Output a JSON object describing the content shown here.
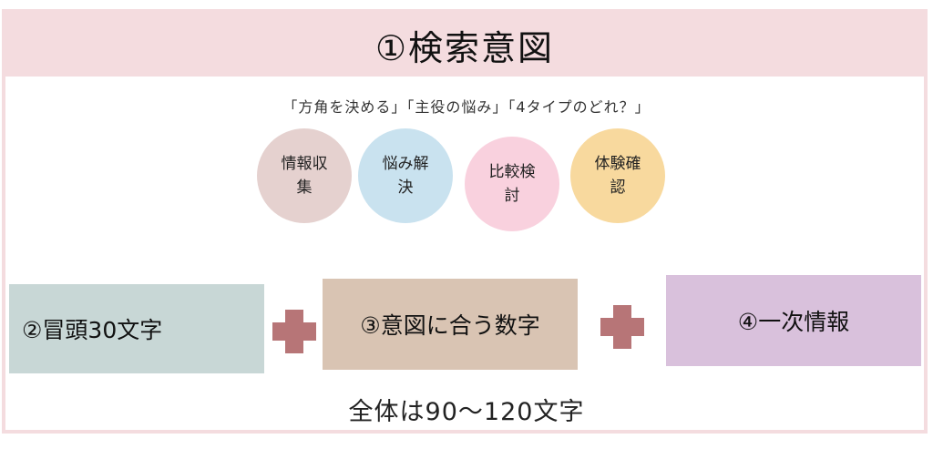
{
  "header": {
    "title": "①検索意図"
  },
  "subtitle": "「方角を決める」「主役の悩み」「4タイプのどれ？」",
  "circles": [
    {
      "label": "情報収集",
      "color": "#e5d1cf"
    },
    {
      "label": "悩み解決",
      "color": "#c9e2ef"
    },
    {
      "label": "比較検討",
      "color": "#f9d1de"
    },
    {
      "label": "体験確認",
      "color": "#f8d99e"
    }
  ],
  "boxes": [
    {
      "label": "②冒頭30文字"
    },
    {
      "label": "③意図に合う数字"
    },
    {
      "label": "④一次情報"
    }
  ],
  "footer": "全体は90〜120文字",
  "colors": {
    "header_bg": "#f4dcdf",
    "plus": "#b77577"
  }
}
